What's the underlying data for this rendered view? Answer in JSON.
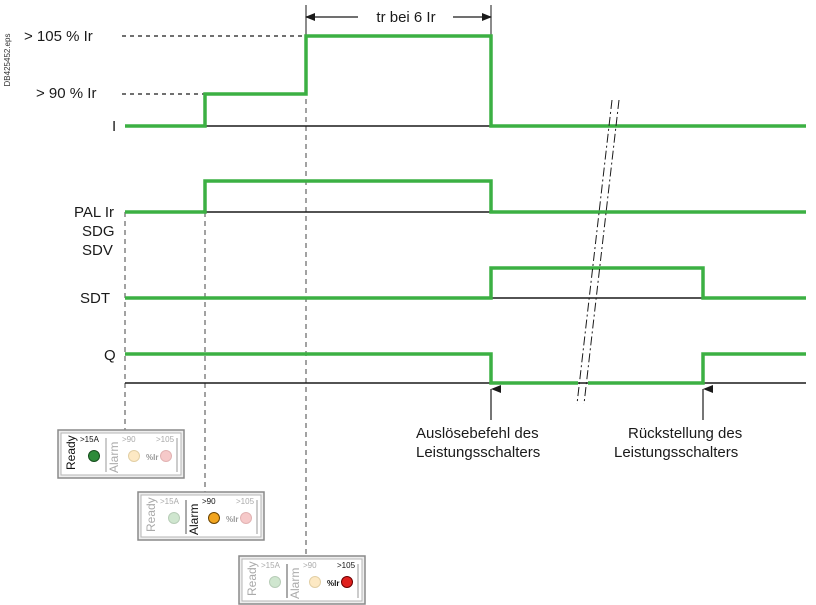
{
  "side_label": "DB425452.eps",
  "duration_label": "tr bei 6 Ir",
  "signals": {
    "i_above_105": "> 105 % Ir",
    "i_above_90": "> 90 % Ir",
    "i": "I",
    "pal_ir": "PAL Ir",
    "sdg": "SDG",
    "sdv": "SDV",
    "sdt": "SDT",
    "q": "Q"
  },
  "annotations": {
    "trip": [
      "Auslösebefehl des",
      "Leistungsschalters"
    ],
    "reset": [
      "Rückstellung des",
      "Leistungsschalters"
    ]
  },
  "panels": [
    {
      "ready": "Ready",
      "alarm": "Alarm",
      "t15": ">15A",
      "t90": ">90",
      "t105": ">105",
      "pct": "%Ir",
      "active": "ready",
      "led_colors": [
        "#2e8b3a",
        "#fde9c4",
        "#f6c9c9"
      ]
    },
    {
      "ready": "Ready",
      "alarm": "Alarm",
      "t15": ">15A",
      "t90": ">90",
      "t105": ">105",
      "pct": "%Ir",
      "active": "alarm90",
      "led_colors": [
        "#cfe6cf",
        "#f2a51f",
        "#f6c9c9"
      ]
    },
    {
      "ready": "Ready",
      "alarm": "Alarm",
      "t15": ">15A",
      "t90": ">90",
      "t105": ">105",
      "pct": "%Ir",
      "active": "alarm105",
      "led_colors": [
        "#cfe6cf",
        "#fde9c4",
        "#e0201e"
      ]
    }
  ],
  "colors": {
    "signal": "#3cb043",
    "baseline": "#1a1a1a",
    "panel_bg": "#eeeeee",
    "panel_border": "#8a8a8a"
  }
}
